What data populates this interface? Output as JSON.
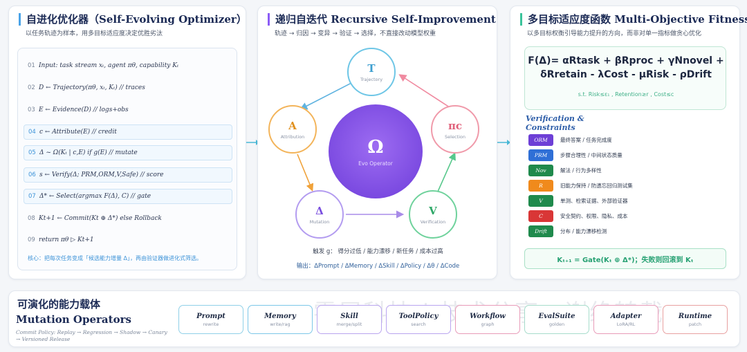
{
  "left": {
    "title": "自进化优化器（Self-Evolving Optimizer）",
    "subtitle": "以任务轨迹为样本，用多目标适应度决定优胜劣汰",
    "lines": [
      {
        "no": "01",
        "text": "Input: task stream xₜ, agent πθ, capability Kₜ"
      },
      {
        "no": "02",
        "text": "D ← Trajectory(πθ, xₜ, Kₜ)        // traces"
      },
      {
        "no": "03",
        "text": "E ← Evidence(D)                    // logs+obs"
      },
      {
        "no": "04",
        "text": "c ← Attribute(E)                  // credit"
      },
      {
        "no": "05",
        "text": "Δ ~ Ω(Kₜ | c,E)  if g(E)     // mutate"
      },
      {
        "no": "06",
        "text": "s ← Verify(Δ; PRM,ORM,V,Safe)  // score"
      },
      {
        "no": "07",
        "text": "Δ* ← Select(argmax F(Δ), C)       // gate"
      },
      {
        "no": "08",
        "text": "Kt+1 ← Commit(Kt ⊕ Δ*) else Rollback"
      },
      {
        "no": "09",
        "text": "return πθ ▷ Kt+1"
      }
    ],
    "core": "核心：把每次任务变成「候选能力增量 Δ」，再由验证器做进化式筛选。"
  },
  "center": {
    "title": "递归自迭代 Recursive Self-Improvement",
    "subtitle": "轨迹 → 归因 → 变异 → 验证 → 选择，不直接改动模型权重",
    "core": {
      "symbol": "Ω",
      "label": "Evo Operator"
    },
    "nodes": [
      {
        "symbol": "T",
        "label": "Trajectory"
      },
      {
        "symbol": "πc",
        "label": "Selection"
      },
      {
        "symbol": "V",
        "label": "Verification"
      },
      {
        "symbol": "Δ",
        "label": "Mutation"
      },
      {
        "symbol": "A",
        "label": "Attribution"
      }
    ],
    "trigger": "触发 g：  得分过低 / 能力漂移 / 新任务 / 成本过高",
    "output": "输出：ΔPrompt / ΔMemory / ΔSkill / ΔPolicy / Δθ / ΔCode"
  },
  "right": {
    "title": "多目标适应度函数 Multi-Objective Fitness",
    "subtitle": "以多目标权衡引导能力提升的方向，而非对单一指标做贪心优化",
    "formula1": "F(Δ)= αRtask + βRproc + γNnovel +",
    "formula2": "δRretain - λCost - μRisk - ρDrift",
    "st": "s.t.  Risk≤ε₁  ,  Retention≥r  ,  Cost≤c",
    "vtitle1": "Verification &",
    "vtitle2": "Constraints",
    "constraints": [
      {
        "tag": "ORM",
        "desc": "最终答案 / 任务完成度",
        "color": "#6d3fd6"
      },
      {
        "tag": "PRM",
        "desc": "步骤合理性 / 中间状态质量",
        "color": "#2f6fd6"
      },
      {
        "tag": "Nov",
        "desc": "解法 / 行为多样性",
        "color": "#1f8a4c"
      },
      {
        "tag": "R",
        "desc": "旧能力保持 / 防遗忘回归测试集",
        "color": "#f08a1c"
      },
      {
        "tag": "V",
        "desc": "单测、检索证据、外部验证器",
        "color": "#1f8a4c"
      },
      {
        "tag": "C",
        "desc": "安全契约、权限、隐私、成本",
        "color": "#d93636"
      },
      {
        "tag": "Drift",
        "desc": "分布 / 能力漂移检测",
        "color": "#1f8a4c"
      }
    ],
    "gate": "Kₜ₊₁ = Gate(Kₜ ⊕ Δ*)；失败则回滚到 Kₜ"
  },
  "bottom": {
    "title_cn": "可演化的能力载体",
    "title_en": "Mutation Operators",
    "policy": "Commit Policy: Replay → Regression → Shadow → Canary → Versioned Release",
    "watermark": "零屋科技 | 技术分享，谢绝转载",
    "operators": [
      {
        "name": "Prompt",
        "sub": "rewrite",
        "color": "#8fd0e8"
      },
      {
        "name": "Memory",
        "sub": "write/rag",
        "color": "#7cc7e8"
      },
      {
        "name": "Skill",
        "sub": "merge/split",
        "color": "#b9a4ef"
      },
      {
        "name": "ToolPolicy",
        "sub": "search",
        "color": "#b9a4ef"
      },
      {
        "name": "Workflow",
        "sub": "graph",
        "color": "#e89ab8"
      },
      {
        "name": "EvalSuite",
        "sub": "golden",
        "color": "#a6dccb"
      },
      {
        "name": "Adapter",
        "sub": "LoRA/RL",
        "color": "#e89ab8"
      },
      {
        "name": "Runtime",
        "sub": "patch",
        "color": "#e8a0a0"
      }
    ]
  }
}
